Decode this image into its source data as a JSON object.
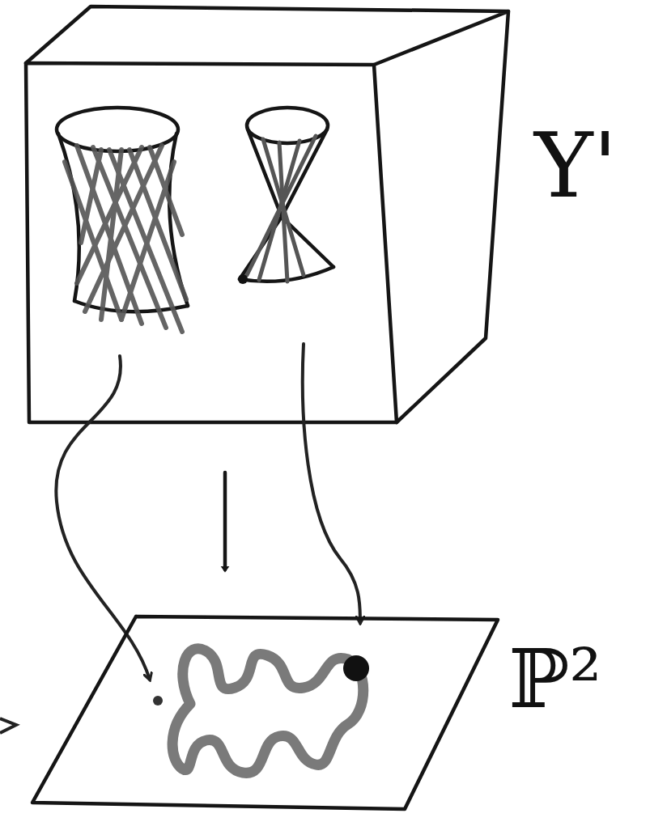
{
  "diagram": {
    "nodes": [
      {
        "text": [
          "Y'"
        ]
      },
      {
        "text": [
          "ℙ²"
        ]
      }
    ],
    "edges": [
      {
        "from": 0,
        "to": 1,
        "arrow": "to"
      }
    ]
  }
}
